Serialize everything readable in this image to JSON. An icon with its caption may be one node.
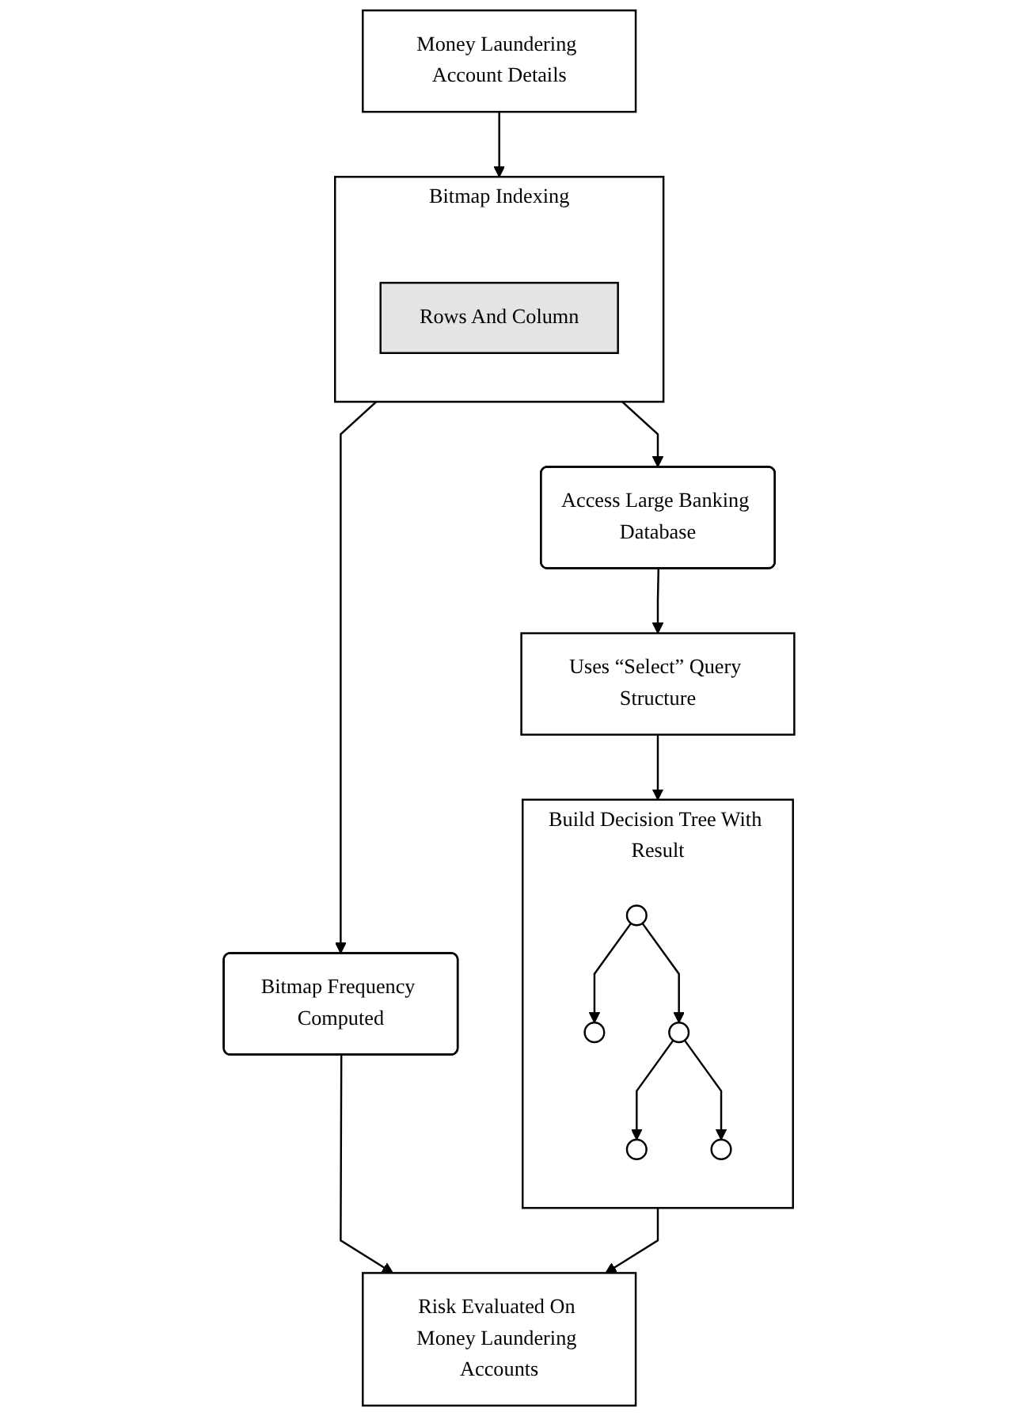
{
  "diagram": {
    "nodes": [
      {
        "text": [
          "Money Laundering Account Details"
        ]
      },
      {
        "text": [
          "Bitmap Indexing"
        ]
      },
      {
        "text": [
          "Rows And Column"
        ],
        "in": 1
      },
      {
        "text": [
          "Uses “Select” Query Structure"
        ]
      },
      {
        "text": [
          "Access Large Banking Database"
        ]
      },
      {
        "text": [
          "Build Decision Tree With Result"
        ]
      },
      {
        "text": [],
        "shape": "circle",
        "in": 5
      },
      {
        "text": [],
        "shape": "circle",
        "in": 5
      },
      {
        "text": [],
        "shape": "circle",
        "in": 5
      },
      {
        "text": [],
        "shape": "circle",
        "in": 5
      },
      {
        "text": [],
        "shape": "circle",
        "in": 5
      },
      {
        "text": [
          "Bitmap Frequency Computed"
        ]
      },
      {
        "text": [
          "Risk Evaluated On Money Laundering Accounts"
        ]
      }
    ],
    "edges": [
      {
        "from": 0,
        "to": 1,
        "arrow": "to"
      },
      {
        "from": 1,
        "to": 4,
        "arrow": "to"
      },
      {
        "from": 1,
        "to": 11,
        "arrow": "to"
      },
      {
        "from": 4,
        "to": 3,
        "arrow": "to"
      },
      {
        "from": 3,
        "to": 5,
        "arrow": "to"
      },
      {
        "from": 6,
        "to": 7,
        "arrow": "to"
      },
      {
        "from": 6,
        "to": 8,
        "arrow": "to"
      },
      {
        "from": 8,
        "to": 9,
        "arrow": "to"
      },
      {
        "from": 8,
        "to": 10,
        "arrow": "to"
      },
      {
        "from": 11,
        "to": 12,
        "arrow": "to"
      },
      {
        "from": 5,
        "to": 12,
        "arrow": "to"
      }
    ]
  }
}
